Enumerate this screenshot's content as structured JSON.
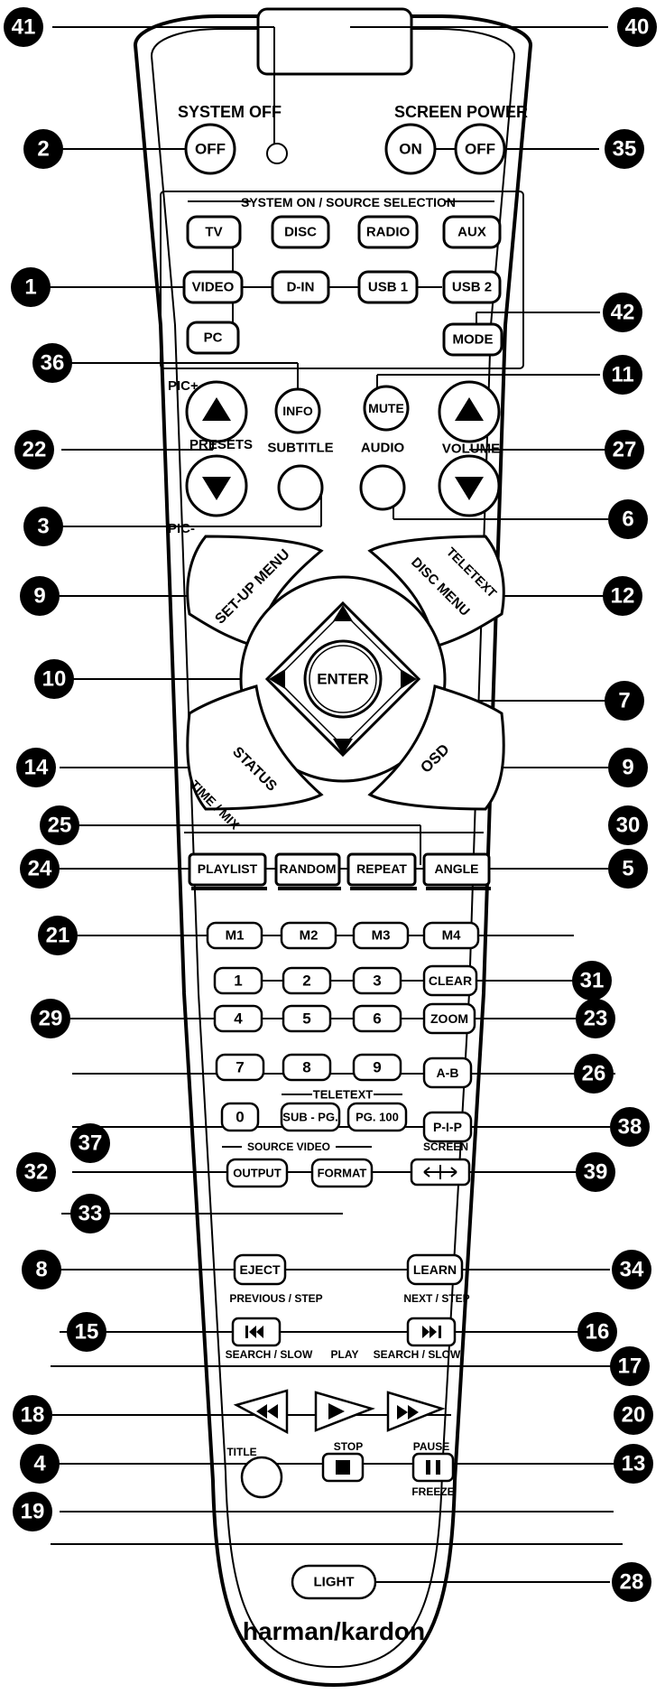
{
  "callouts": [
    "41",
    "40",
    "2",
    "35",
    "1",
    "42",
    "36",
    "11",
    "22",
    "27",
    "3",
    "6",
    "9",
    "12",
    "10",
    "7",
    "14",
    "9",
    "25",
    "30",
    "24",
    "5",
    "21",
    "31",
    "29",
    "23",
    "26",
    "37",
    "38",
    "32",
    "39",
    "33",
    "8",
    "34",
    "15",
    "16",
    "17",
    "18",
    "20",
    "4",
    "13",
    "19",
    "28"
  ],
  "labels": {
    "system_off": "SYSTEM OFF",
    "screen_power": "SCREEN POWER",
    "system_on": "SYSTEM ON / SOURCE SELECTION",
    "pic_plus": "PIC+",
    "pic_minus": "PIC-",
    "presets": "PRESETS",
    "subtitle": "SUBTITLE",
    "audio": "AUDIO",
    "volume": "VOLUME",
    "teletext_top": "TELETEXT",
    "teletext_mid": "TELETEXT",
    "source_video": "SOURCE VIDEO",
    "screen": "SCREEN",
    "prev_step": "PREVIOUS / STEP",
    "next_step": "NEXT / STEP",
    "search_slow_l": "SEARCH / SLOW",
    "play": "PLAY",
    "search_slow_r": "SEARCH / SLOW",
    "title": "TITLE",
    "stop": "STOP",
    "pause": "PAUSE",
    "freeze": "FREEZE"
  },
  "buttons": {
    "off": "OFF",
    "on": "ON",
    "screen_off": "OFF",
    "tv": "TV",
    "disc": "DISC",
    "radio": "RADIO",
    "aux": "AUX",
    "video": "VIDEO",
    "din": "D-IN",
    "usb1": "USB 1",
    "usb2": "USB 2",
    "pc": "PC",
    "mode": "MODE",
    "info": "INFO",
    "mute": "MUTE",
    "setup_menu": "SET-UP MENU",
    "disc_menu": "DISC MENU",
    "enter": "ENTER",
    "status": "STATUS",
    "time_mix": "TIME / MIX",
    "osd": "OSD",
    "playlist": "PLAYLIST",
    "random": "RANDOM",
    "repeat": "REPEAT",
    "angle": "ANGLE",
    "m1": "M1",
    "m2": "M2",
    "m3": "M3",
    "m4": "M4",
    "n1": "1",
    "n2": "2",
    "n3": "3",
    "clear": "CLEAR",
    "n4": "4",
    "n5": "5",
    "n6": "6",
    "zoom": "ZOOM",
    "n7": "7",
    "n8": "8",
    "n9": "9",
    "ab": "A-B",
    "n0": "0",
    "subpg": "SUB - PG.",
    "pg100": "PG. 100",
    "pip": "P-I-P",
    "output": "OUTPUT",
    "format": "FORMAT",
    "eject": "EJECT",
    "learn": "LEARN",
    "light": "LIGHT"
  },
  "brand": "harman/kardon"
}
